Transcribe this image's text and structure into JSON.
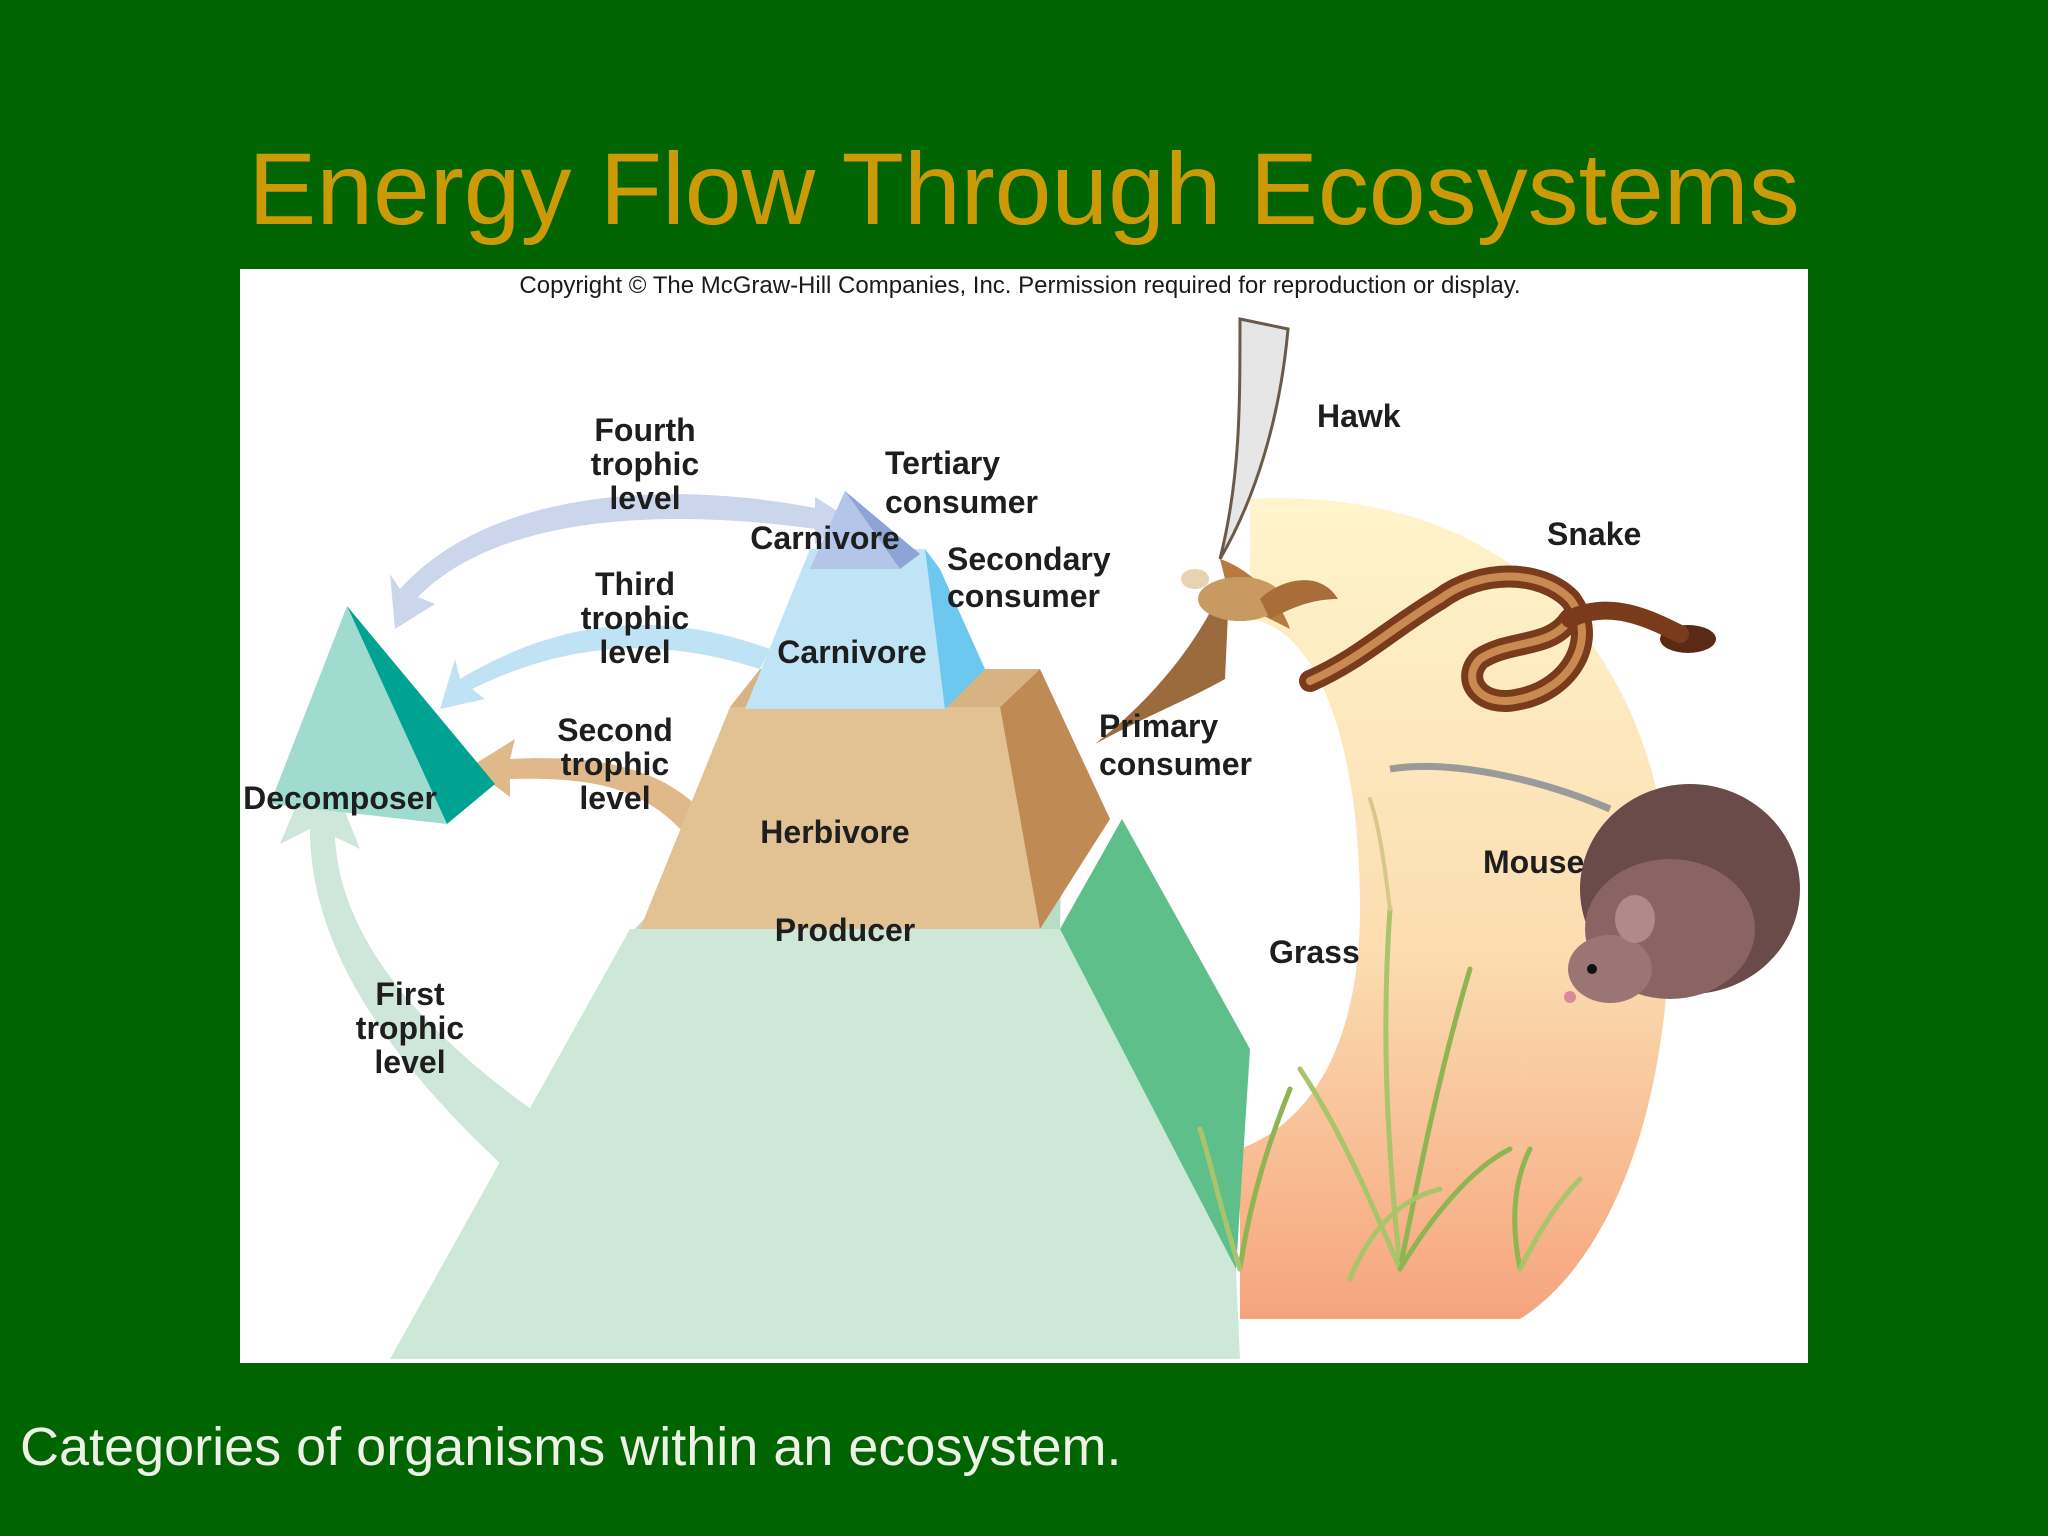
{
  "slide": {
    "title": "Energy Flow Through Ecosystems",
    "caption": "Categories of organisms within an ecosystem."
  },
  "figure": {
    "copyright": "Copyright © The McGraw-Hill Companies, Inc. Permission required for reproduction or display.",
    "pyramid": {
      "producer": "Producer",
      "herbivore": "Herbivore",
      "carnivore_secondary": "Carnivore",
      "carnivore_tertiary": "Carnivore"
    },
    "decomposer": "Decomposer",
    "trophic_levels": {
      "first": [
        "First",
        "trophic",
        "level"
      ],
      "second": [
        "Second",
        "trophic",
        "level"
      ],
      "third": [
        "Third",
        "trophic",
        "level"
      ],
      "fourth": [
        "Fourth",
        "trophic",
        "level"
      ]
    },
    "consumers": {
      "tertiary": [
        "Tertiary",
        "consumer"
      ],
      "secondary": [
        "Secondary",
        "consumer"
      ],
      "primary": [
        "Primary",
        "consumer"
      ]
    },
    "organisms": {
      "hawk": "Hawk",
      "snake": "Snake",
      "mouse": "Mouse",
      "grass": "Grass"
    }
  },
  "colors": {
    "background": "#006400",
    "title": "#cc9a06",
    "producer_front": "#cde8d6",
    "producer_side": "#5fbf8a",
    "herbivore_front": "#e2c193",
    "herbivore_side": "#c08a55",
    "carnivore_front": "#bfe4f5",
    "carnivore_side": "#6cc8ef",
    "top_front": "#b3c5e8",
    "decomposer_front": "#9fdccf",
    "decomposer_side": "#00a391"
  }
}
